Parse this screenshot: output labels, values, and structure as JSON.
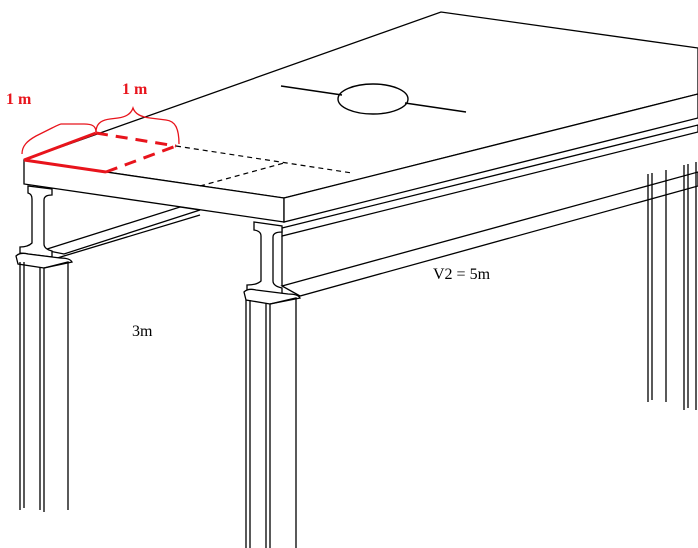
{
  "labels": {
    "width_left": "1 m",
    "width_right": "1 m",
    "span_v2": "V2 = 5m",
    "span_side": "3m"
  },
  "colors": {
    "line": "#000000",
    "highlight": "#e8141c",
    "background": "#ffffff"
  }
}
